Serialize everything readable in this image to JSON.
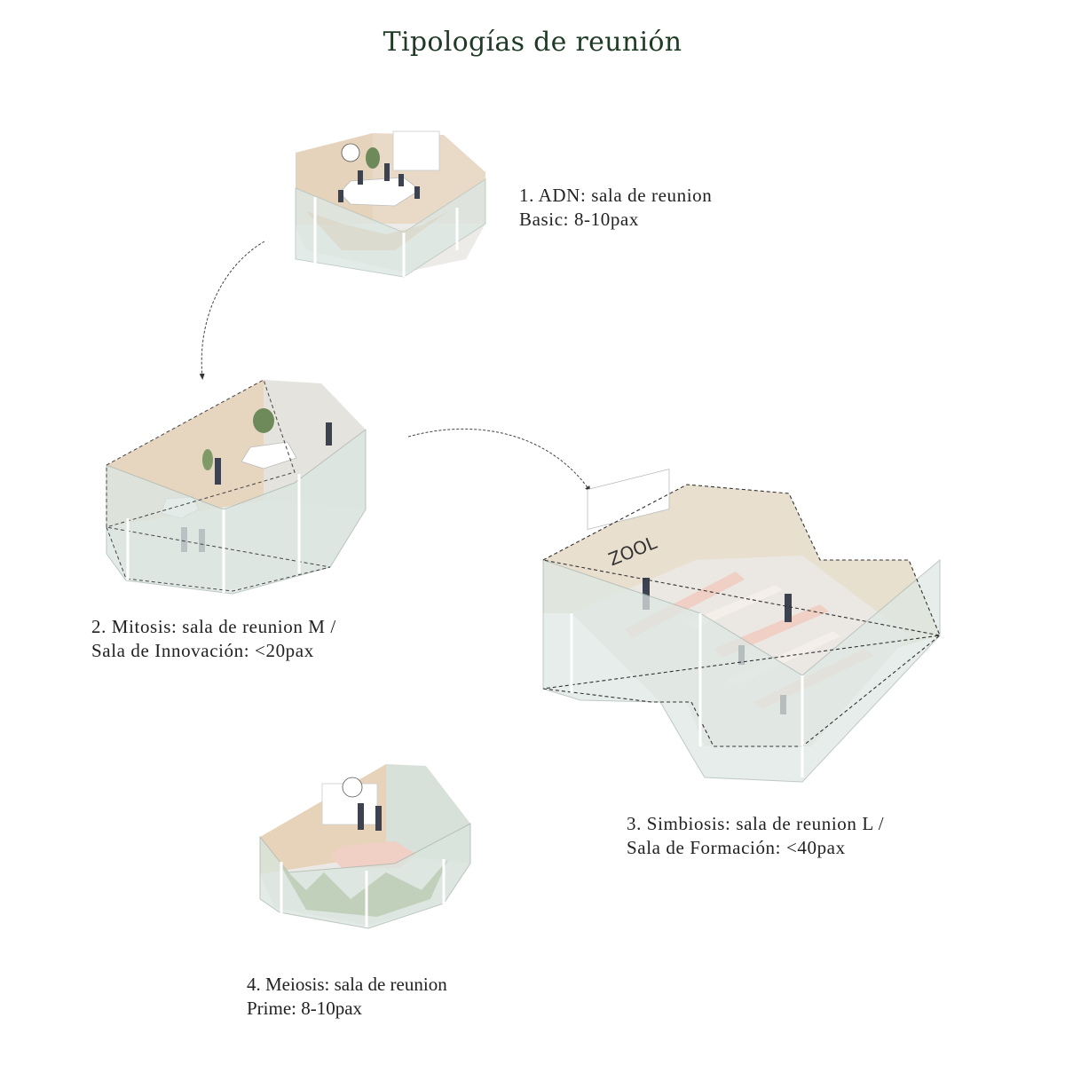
{
  "title": "Tipologías de reunión",
  "rooms": [
    {
      "number": "1",
      "line1": "1. ADN: sala de reunion",
      "line2": "Basic: 8-10pax"
    },
    {
      "number": "2",
      "line1": "2. Mitosis: sala de reunion M /",
      "line2": "Sala de Innovación: <20pax"
    },
    {
      "number": "3",
      "line1": "3. Simbiosis: sala de reunion L /",
      "line2": "Sala de Formación: <40pax",
      "wall_sign": "ZOOL"
    },
    {
      "number": "4",
      "line1": "4. Meiosis: sala de reunion",
      "line2": "Prime: 8-10pax"
    }
  ],
  "colors": {
    "title": "#1f3a25",
    "wood": "#e2cfb6",
    "glass": "#dfe8e4",
    "floor": "#e9e6e2",
    "table_pink": "#f0cfc4",
    "plant": "#6f8a5a"
  }
}
